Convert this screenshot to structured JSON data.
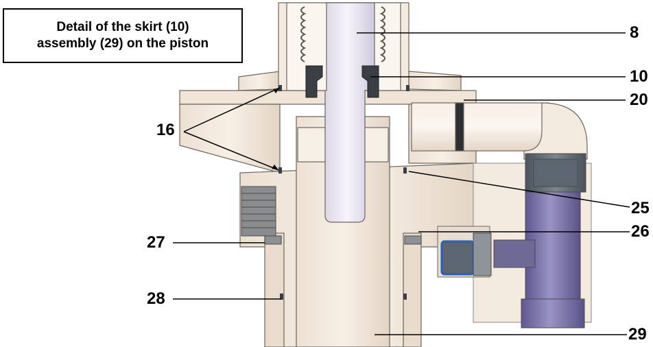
{
  "title": {
    "line1": "Detail of the skirt (10)",
    "line2": "assembly (29) on the piston"
  },
  "callouts": {
    "c8": "8",
    "c10": "10",
    "c20": "20",
    "c16": "16",
    "c25": "25",
    "c26": "26",
    "c27": "27",
    "c28": "28",
    "c29": "29"
  },
  "colors": {
    "body": "#f3e8dc",
    "body_shadow": "#d9cbbb",
    "rod": "#ece9f3",
    "seal": "#3a3f45",
    "purple": "#7b74a6",
    "slate": "#5b6670",
    "blue_seal": "#2d5fb4",
    "outline": "#6b655e"
  }
}
